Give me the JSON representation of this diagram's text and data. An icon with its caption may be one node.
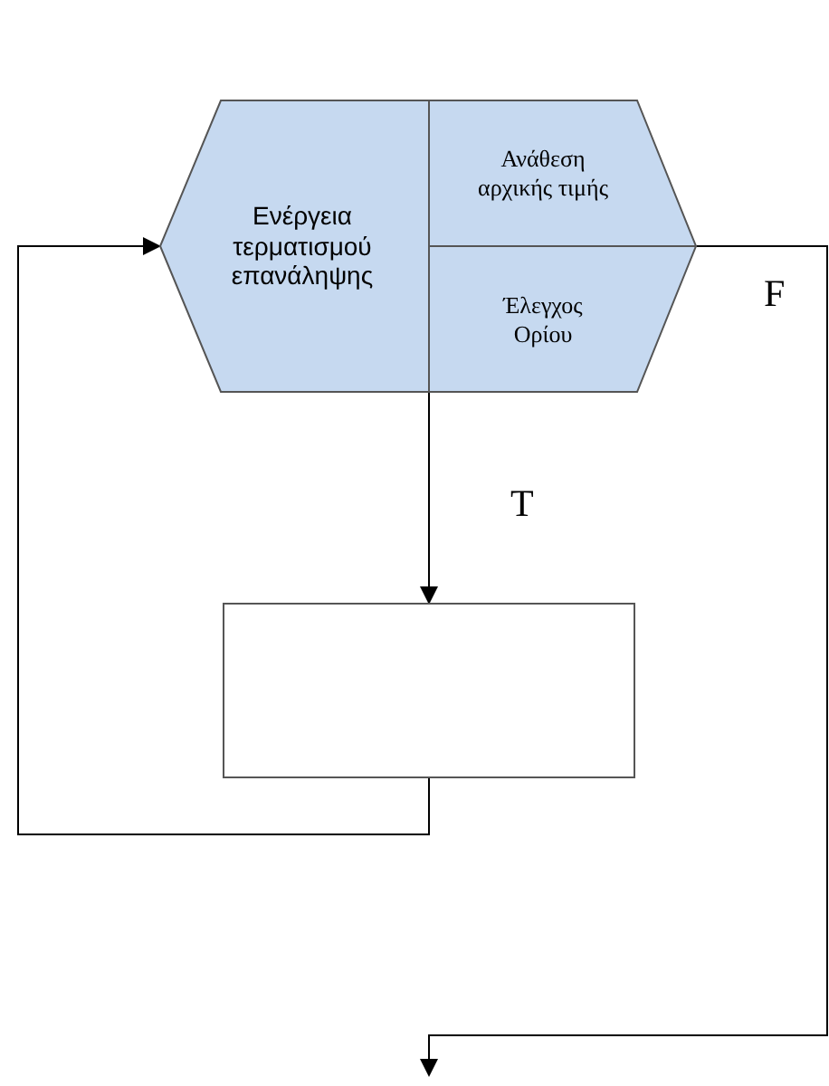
{
  "diagram": {
    "nodes": [
      {
        "text": [
          "Ενέργεια τερματισμού επανάληψης",
          "Ανάθεση αρχικής τιμής",
          "Έλεγχος Ορίου"
        ]
      },
      {
        "text": [],
        "shape": "box"
      }
    ],
    "edges": [
      {
        "from": 0,
        "to": 1,
        "arrow": "to",
        "label": "T"
      },
      {
        "from": 1,
        "to": 0,
        "arrow": "to"
      },
      {
        "from": 0,
        "to": null,
        "arrow": "to",
        "label": "F"
      }
    ]
  }
}
